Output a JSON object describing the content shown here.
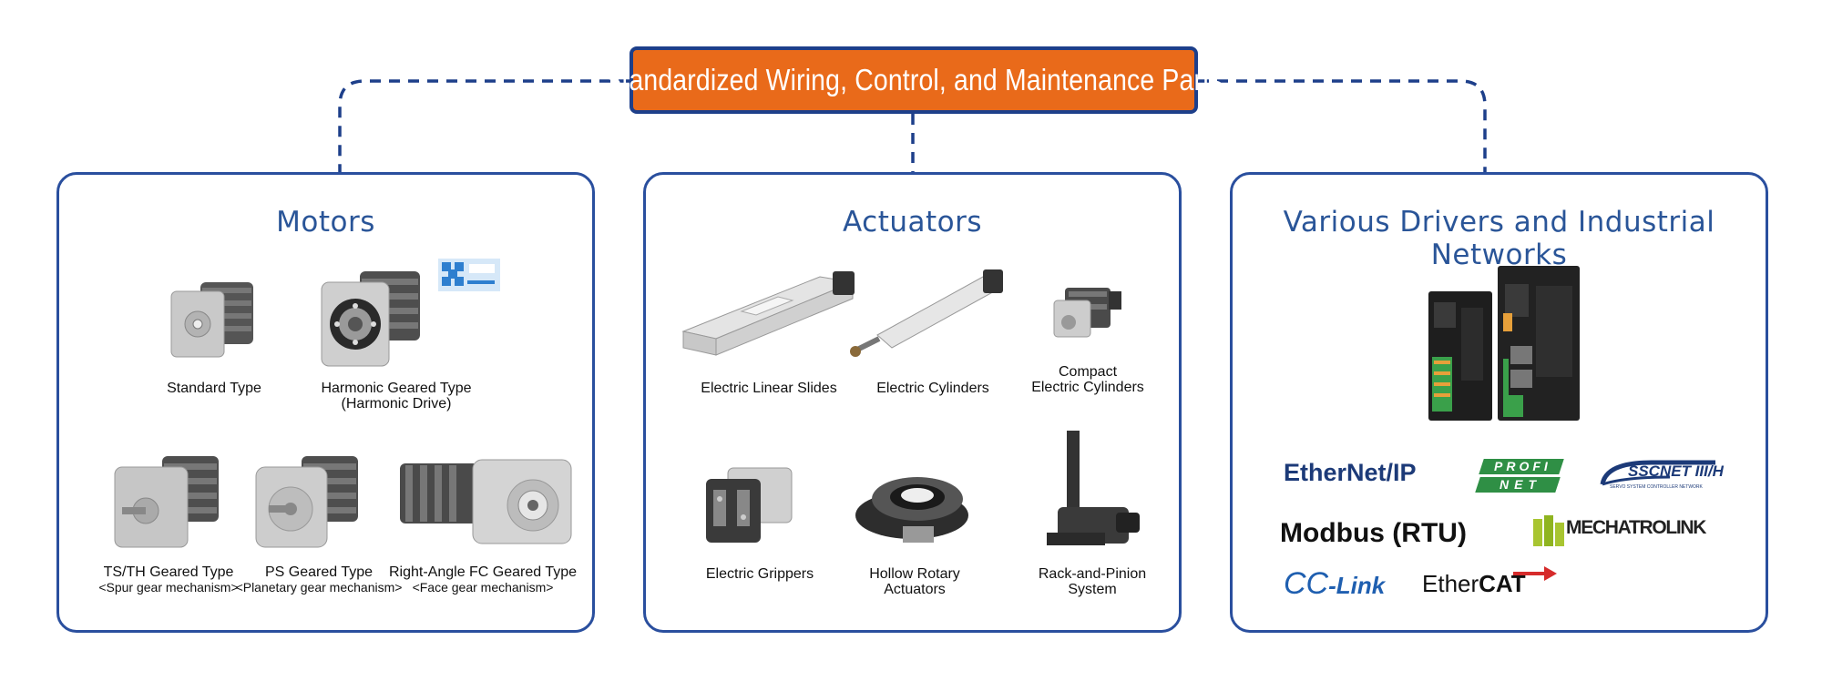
{
  "header": {
    "title": "Standardized Wiring, Control, and Maintenance Parts"
  },
  "panels": {
    "motors": {
      "title": "Motors",
      "items": [
        {
          "label": "Standard Type",
          "sub": ""
        },
        {
          "label": "Harmonic Geared Type",
          "sub": "(Harmonic Drive)"
        },
        {
          "label": "TS/TH Geared Type",
          "sub": "<Spur gear mechanism>"
        },
        {
          "label": "PS Geared Type",
          "sub": "<Planetary gear mechanism>"
        },
        {
          "label": "Right-Angle FC Geared Type",
          "sub": "<Face gear mechanism>"
        }
      ]
    },
    "actuators": {
      "title": "Actuators",
      "items": [
        {
          "label": "Electric Linear Slides",
          "sub": ""
        },
        {
          "label": "Electric Cylinders",
          "sub": ""
        },
        {
          "label": "Compact",
          "sub": "Electric Cylinders"
        },
        {
          "label": "Electric Grippers",
          "sub": ""
        },
        {
          "label": "Hollow Rotary",
          "sub": "Actuators"
        },
        {
          "label": "Rack-and-Pinion",
          "sub": "System"
        }
      ]
    },
    "drivers": {
      "title": "Various Drivers and Industrial Networks",
      "networks": {
        "ethernet_ip": "EtherNet/IP",
        "profinet_top": "PROFI",
        "profinet_bottom": "NET",
        "sscnet": "SSCNET III/H",
        "sscnet_sub": "SERVO SYSTEM CONTROLLER NETWORK",
        "modbus": "Modbus (RTU)",
        "mechatrolink": "MECHATROLINK",
        "cclink_cc": "CC",
        "cclink_link": "-Link",
        "ethercat_a": "Ether",
        "ethercat_b": "CAT"
      }
    }
  },
  "colors": {
    "header_fill": "#e96a1a",
    "border_blue": "#2a4f9e",
    "title_blue": "#2a5598"
  }
}
